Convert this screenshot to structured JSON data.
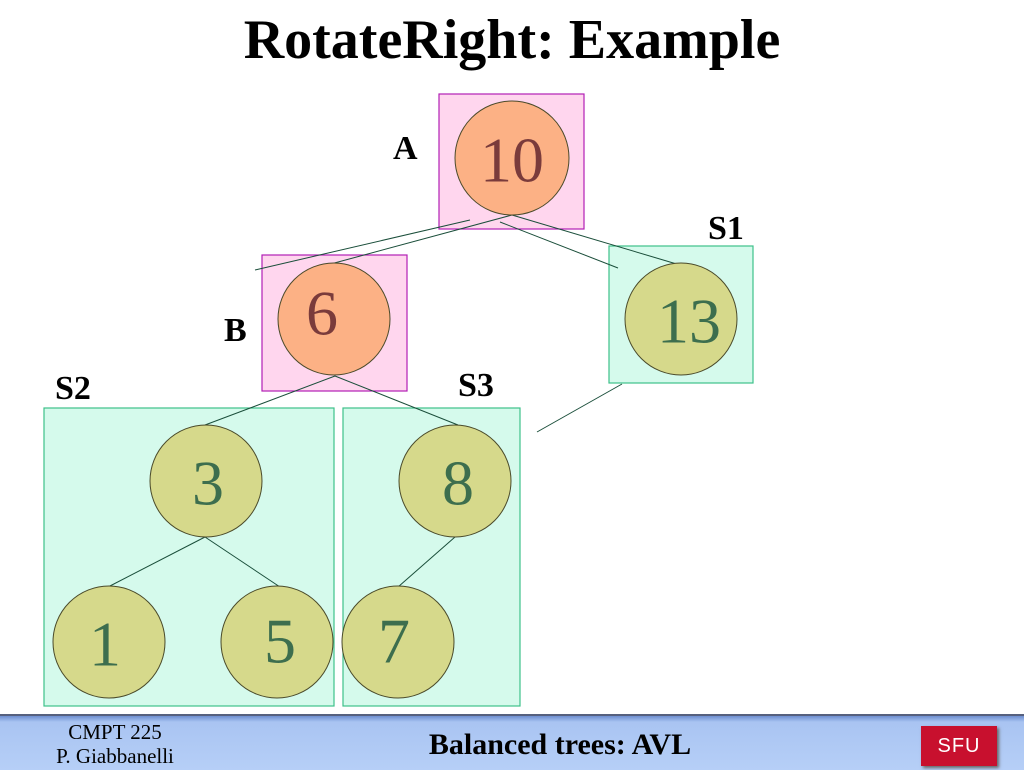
{
  "title": "RotateRight: Example",
  "tags": {
    "a": "A",
    "b": "B",
    "s1": "S1",
    "s2": "S2",
    "s3": "S3"
  },
  "nodes": {
    "n10": "10",
    "n6": "6",
    "n13": "13",
    "n3": "3",
    "n8": "8",
    "n1": "1",
    "n5": "5",
    "n7": "7"
  },
  "footer": {
    "course_line1": "CMPT 225",
    "course_line2": "P. Giabbanelli",
    "slide_topic": "Balanced trees: AVL",
    "logo_text": "SFU"
  },
  "colors": {
    "pink_box": "#ffd6ee",
    "green_box": "#d5faec",
    "orange_node": "#fcb185",
    "olive_node": "#d6d98b"
  }
}
